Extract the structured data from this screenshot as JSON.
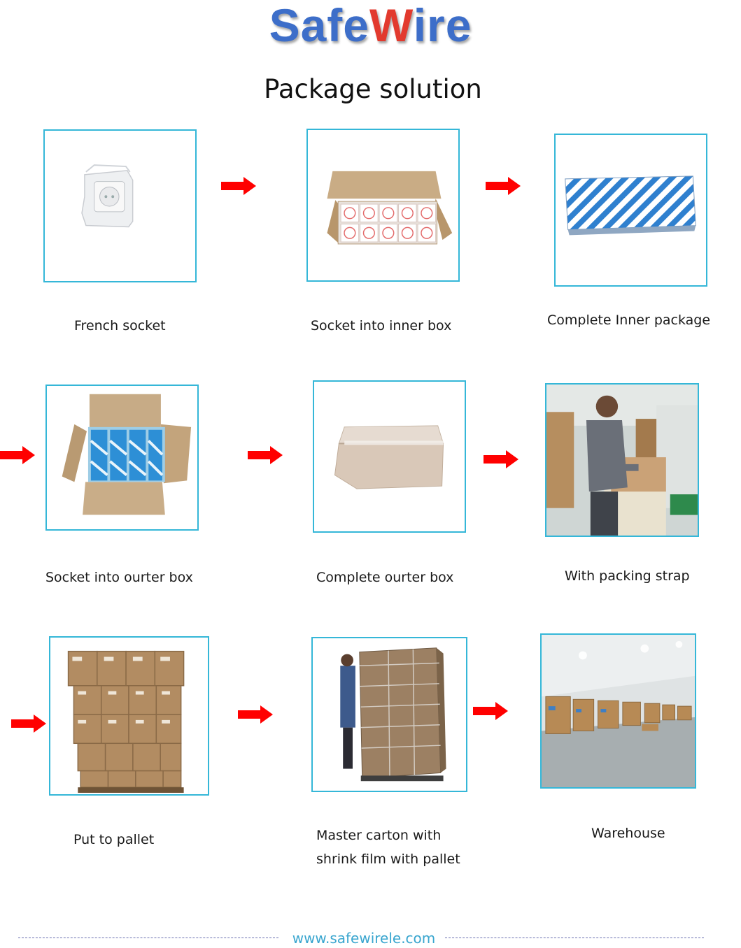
{
  "header": {
    "logo_part1": "Safe",
    "logo_part2": "W",
    "logo_part3": "ire",
    "title": "Package solution"
  },
  "colors": {
    "logo_blue": "#3d6ec9",
    "logo_red": "#e23a2e",
    "frame_border": "#35b7d8",
    "arrow_red": "#ff0000",
    "url_color": "#3aa6cf"
  },
  "steps": [
    {
      "caption": "French socket",
      "icon": "socket-in-bag"
    },
    {
      "caption": "Socket into inner box",
      "icon": "open-inner-box"
    },
    {
      "caption": "Complete Inner package",
      "icon": "striped-box"
    },
    {
      "caption": "Socket into ourter box",
      "icon": "open-outer-box"
    },
    {
      "caption": "Complete ourter box",
      "icon": "closed-carton"
    },
    {
      "caption": "With packing strap",
      "icon": "worker-strapping"
    },
    {
      "caption": "Put to pallet",
      "icon": "pallet-stack"
    },
    {
      "caption_line1": "Master carton with",
      "caption_line2": "shrink film with pallet",
      "icon": "shrink-wrapped-pallet"
    },
    {
      "caption": "Warehouse",
      "icon": "warehouse"
    }
  ],
  "footer": {
    "url": "www.safewirele.com"
  }
}
